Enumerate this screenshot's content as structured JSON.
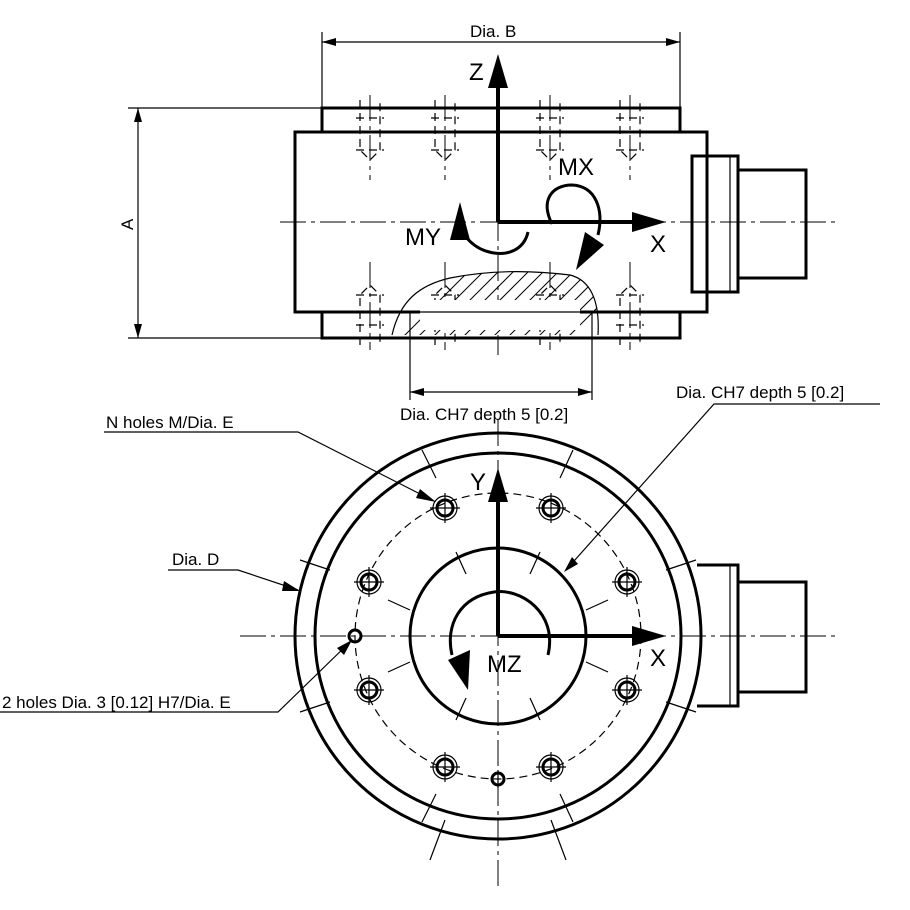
{
  "labels": {
    "dia_b": "Dia. B",
    "a": "A",
    "dia_ch7_left": "Dia. CH7 depth 5 [0.2]",
    "dia_ch7_right": "Dia. CH7 depth 5 [0.2]",
    "n_holes": "N holes M/Dia. E",
    "dia_d": "Dia. D",
    "two_holes": "2 holes Dia. 3 [0.12] H7/Dia. E"
  },
  "axes_side": {
    "z": "Z",
    "x": "X",
    "mx": "MX",
    "my": "MY"
  },
  "axes_top": {
    "y": "Y",
    "x": "X",
    "mz": "MZ"
  }
}
